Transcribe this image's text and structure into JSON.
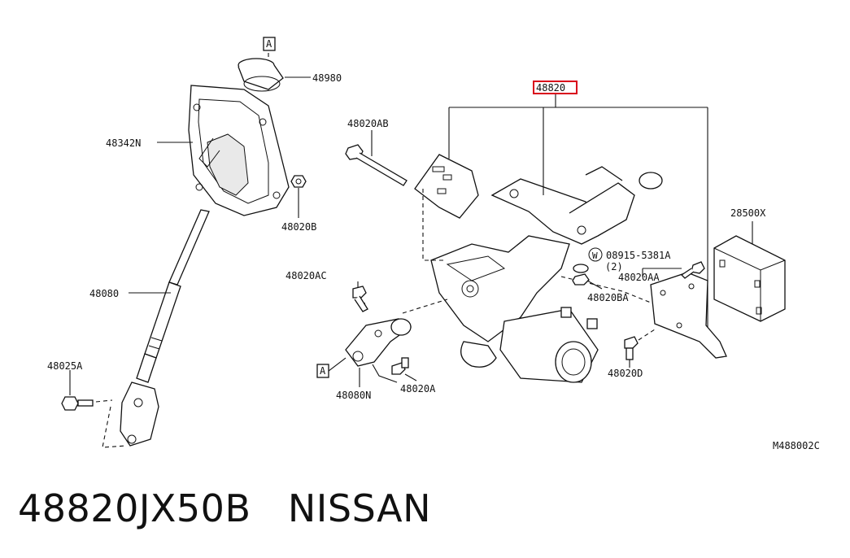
{
  "diagram_code": "M488002C",
  "highlight_color": "#d9001b",
  "callouts": {
    "main_assembly": "48820",
    "boot": "48980",
    "cover": "48342N",
    "bolt_b": "48020B",
    "shaft": "48080",
    "bolt_25a": "48025A",
    "bolt_ab": "48020AB",
    "bolt_ac": "48020AC",
    "joint": "48080N",
    "bolt_a": "48020A",
    "washer": "08915-5381A",
    "washer_qty": "(2)",
    "washer_symbol": "W",
    "bolt_ba": "48020BA",
    "bolt_aa": "48020AA",
    "bolt_d": "48020D",
    "control_unit": "28500X",
    "ref_a1": "A",
    "ref_a2": "A"
  },
  "caption": {
    "part_number": "48820JX50B",
    "brand": "NISSAN"
  }
}
